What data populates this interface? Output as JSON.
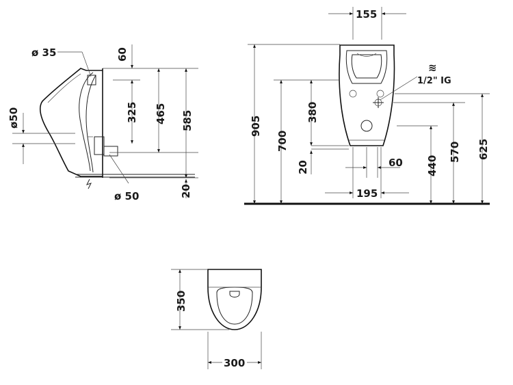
{
  "side_view": {
    "dia_35": "ø 35",
    "dia_50_left": "ø50",
    "dia_50_bottom": "ø 50",
    "dim_60": "60",
    "dim_325": "325",
    "dim_465": "465",
    "dim_585": "585",
    "dim_20": "20"
  },
  "front_view": {
    "dim_155": "155",
    "dim_905": "905",
    "dim_700": "700",
    "dim_380": "380",
    "dim_20": "20",
    "dim_60": "60",
    "dim_195": "195",
    "dim_440": "440",
    "dim_570": "570",
    "dim_625": "625",
    "water_symbol": "≋",
    "water_label": "1/2\" IG"
  },
  "top_view": {
    "dim_350": "350",
    "dim_300": "300"
  }
}
